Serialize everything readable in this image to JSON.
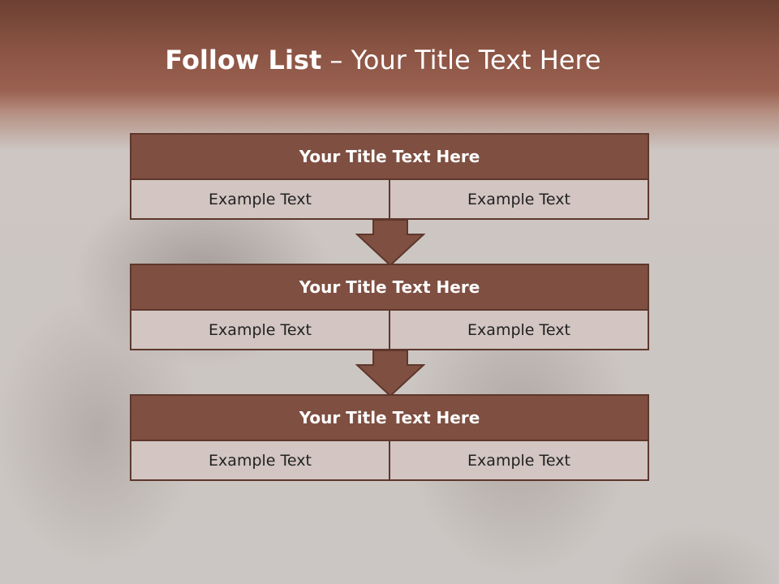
{
  "slide": {
    "title_bold": "Follow List",
    "title_rest": " – Your Title Text Here"
  },
  "blocks": [
    {
      "title": "Your Title Text Here",
      "cells": [
        "Example Text",
        "Example Text"
      ]
    },
    {
      "title": "Your Title Text Here",
      "cells": [
        "Example Text",
        "Example Text"
      ]
    },
    {
      "title": "Your Title Text Here",
      "cells": [
        "Example Text",
        "Example Text"
      ]
    }
  ],
  "colors": {
    "header_band": "#8a5343",
    "block_fill": "#7f4f41",
    "block_border": "#5e372c",
    "cell_fill": "#d2c5c2"
  },
  "icons": [
    "down-arrow-icon",
    "down-arrow-icon"
  ]
}
